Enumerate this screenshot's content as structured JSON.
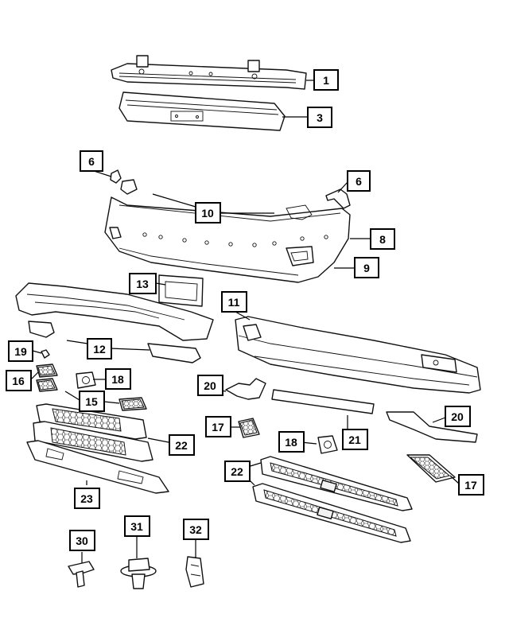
{
  "callouts": {
    "c1": "1",
    "c3": "3",
    "c6a": "6",
    "c6b": "6",
    "c10": "10",
    "c8": "8",
    "c9": "9",
    "c13": "13",
    "c11": "11",
    "c12": "12",
    "c19": "19",
    "c16": "16",
    "c18a": "18",
    "c15": "15",
    "c20a": "20",
    "c17a": "17",
    "c21": "21",
    "c20b": "20",
    "c18b": "18",
    "c22a": "22",
    "c23": "23",
    "c22b": "22",
    "c17b": "17",
    "c30": "30",
    "c31": "31",
    "c32": "32"
  },
  "colors": {
    "line": "#111111",
    "background": "#ffffff",
    "box_border": "#000000"
  }
}
